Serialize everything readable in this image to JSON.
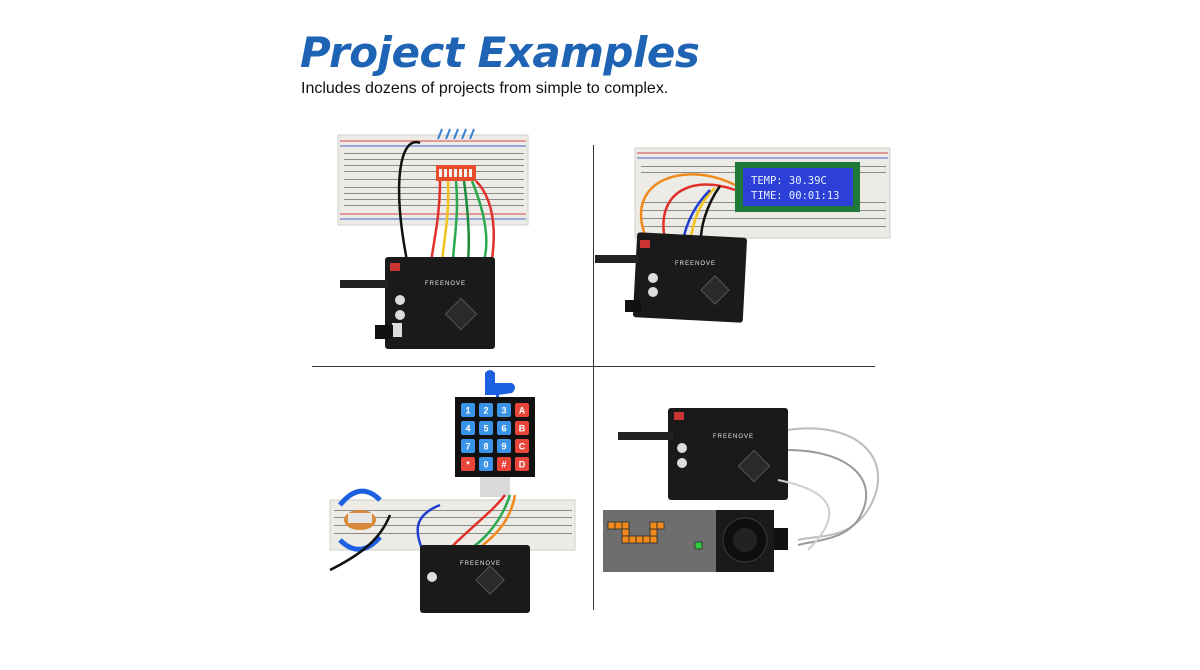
{
  "header": {
    "title": "Project Examples",
    "subtitle": "Includes dozens of projects from simple to complex."
  },
  "projects": [
    {
      "board_label": "FREENOVE"
    },
    {
      "board_label": "FREENOVE",
      "lcd": {
        "line1": "TEMP: 30.39C",
        "line2": "TIME: 00:01:13"
      }
    },
    {
      "board_label": "FREENOVE",
      "keypad": [
        "1",
        "2",
        "3",
        "A",
        "4",
        "5",
        "6",
        "B",
        "7",
        "8",
        "9",
        "C",
        "*",
        "0",
        "#",
        "D"
      ]
    },
    {
      "board_label": "FREENOVE"
    }
  ],
  "colors": {
    "title": "#1e63b4",
    "board": "#1a1a1a",
    "lcd": "#2c3fd6",
    "keypad_blue": "#3b93e8",
    "keypad_red": "#e8463b",
    "snake": "#f08a1c",
    "snake_food": "#2ecc40",
    "rotate_arrows": "#1c5fe0"
  }
}
